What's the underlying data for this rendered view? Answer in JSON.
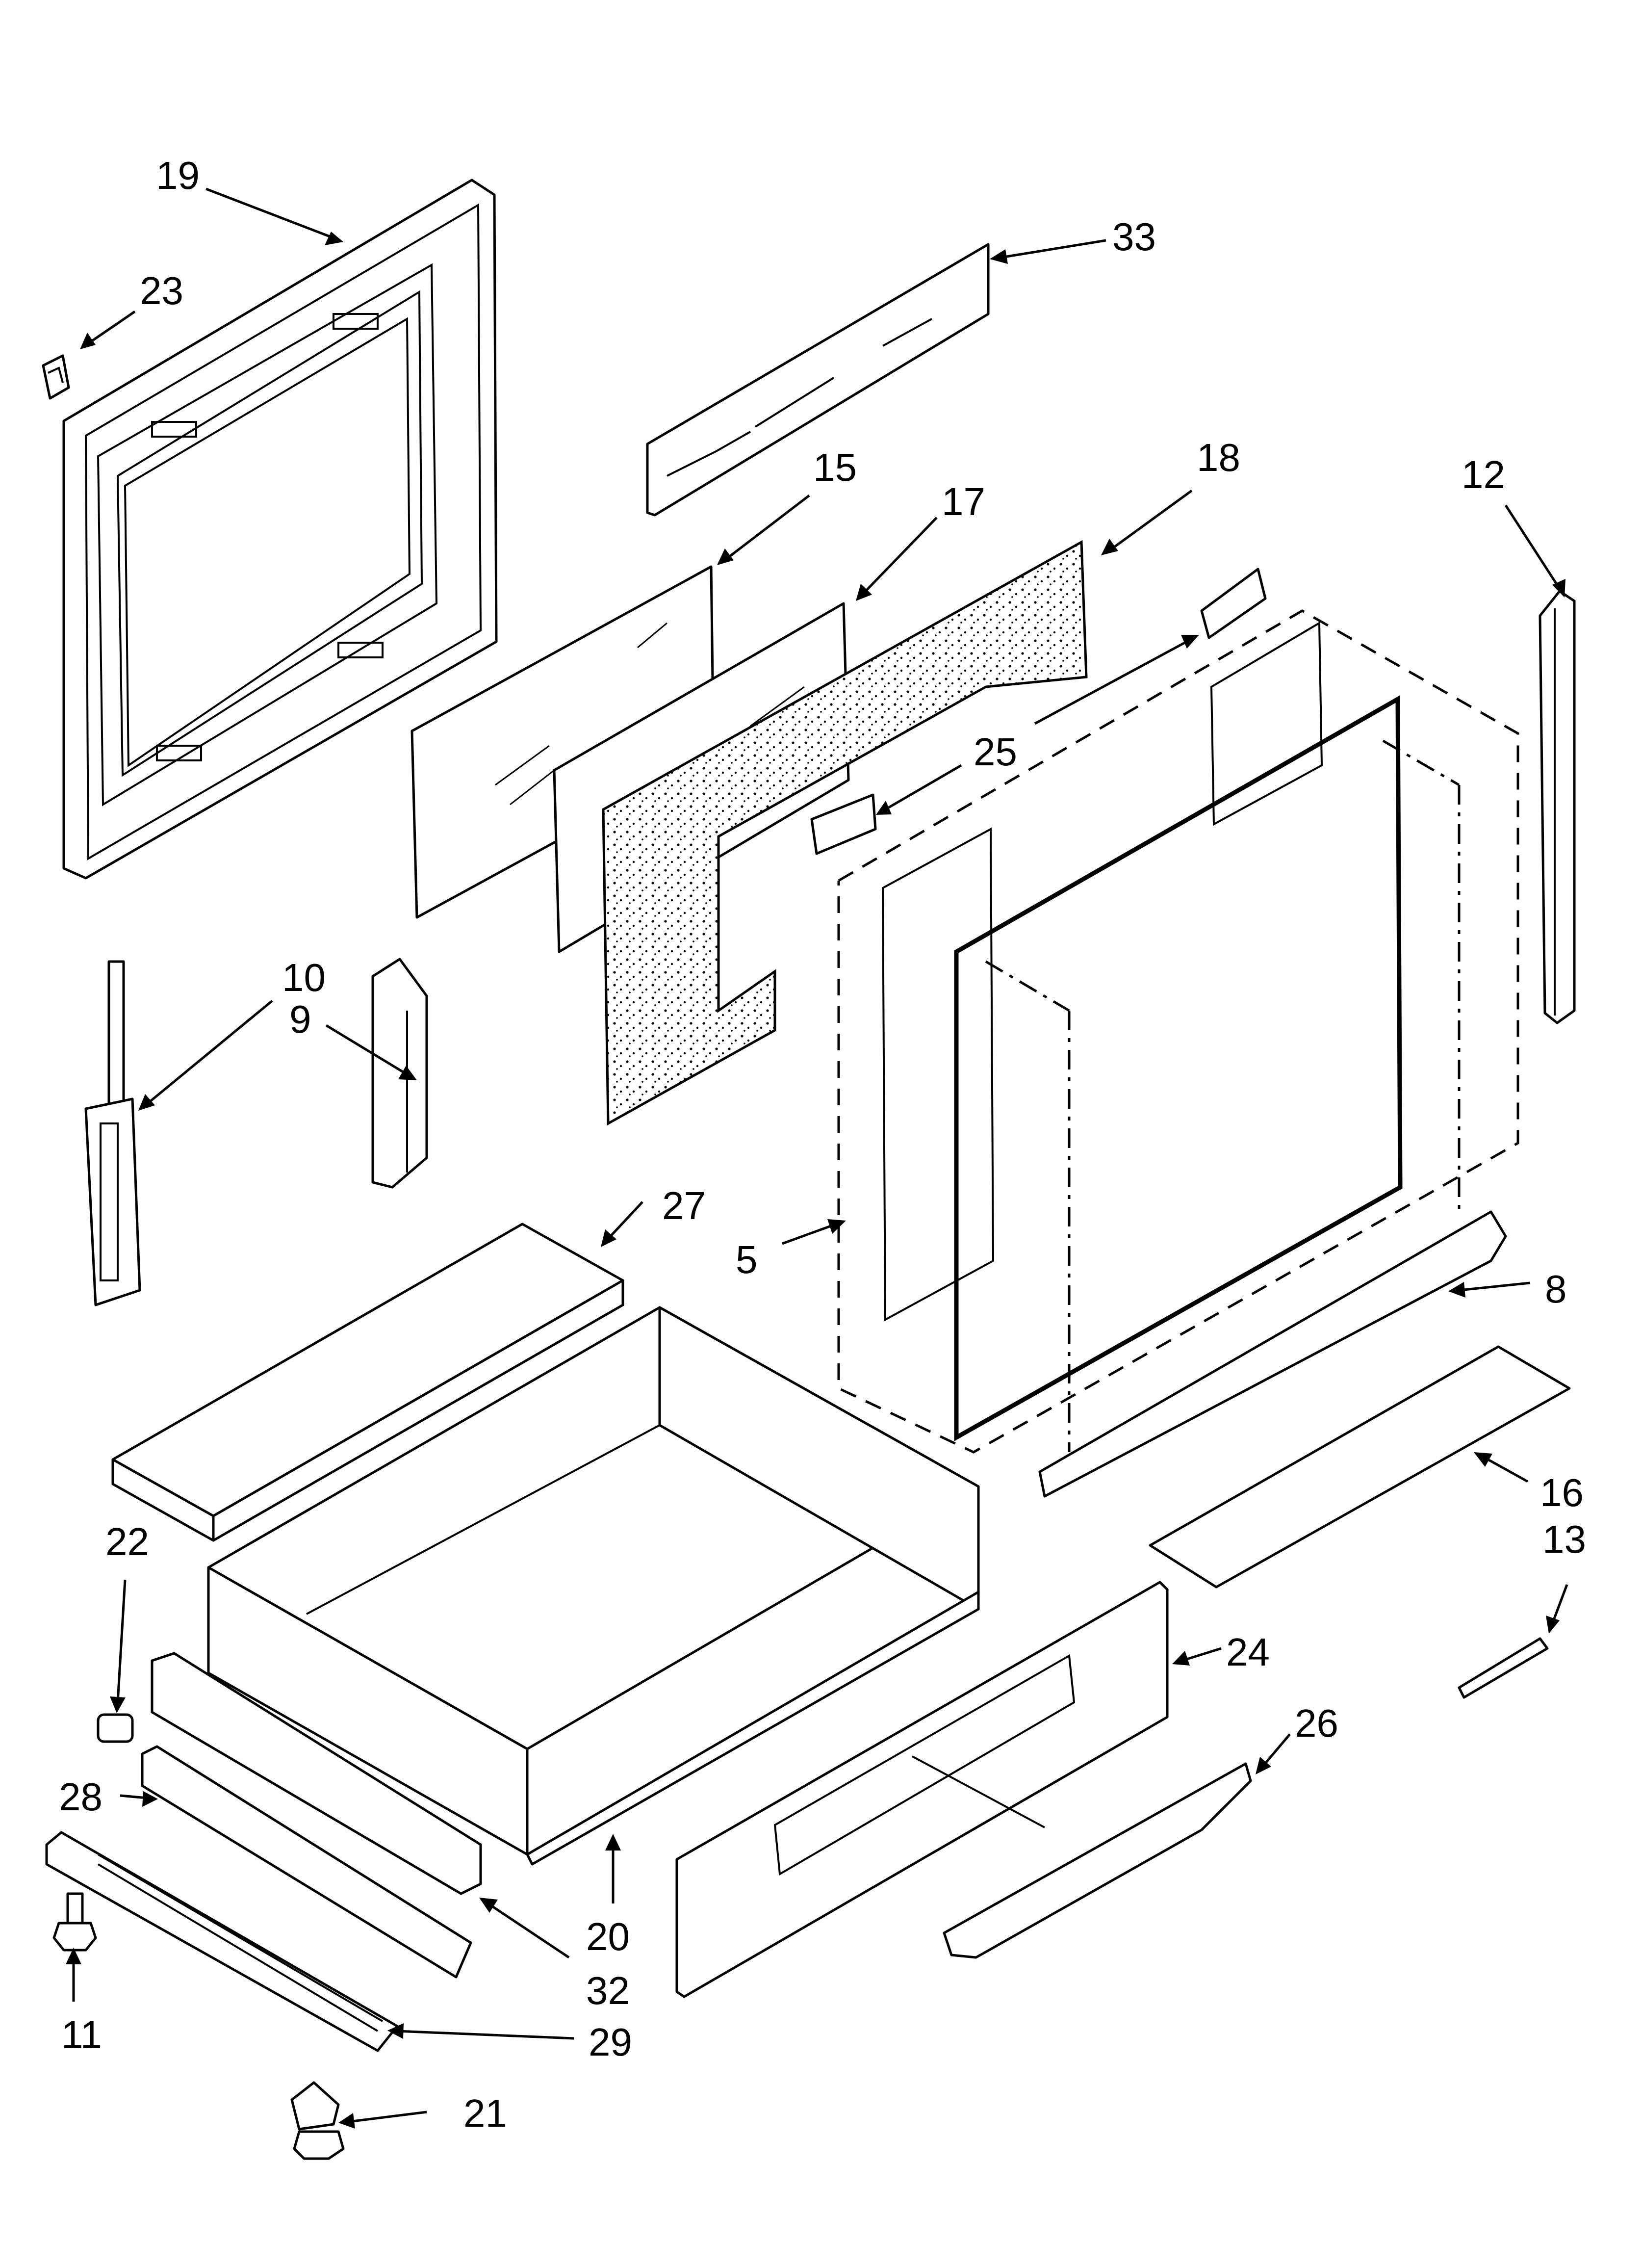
{
  "colors": {
    "line": "#000000",
    "background": "#ffffff",
    "insulation_dots": "#000000"
  },
  "callouts": [
    {
      "id": "c19",
      "label": "19",
      "part": "oven-door-inner-frame"
    },
    {
      "id": "c23",
      "label": "23",
      "part": "door-clip"
    },
    {
      "id": "c33",
      "label": "33",
      "part": "vent-baffle"
    },
    {
      "id": "c15",
      "label": "15",
      "part": "door-glass-outer"
    },
    {
      "id": "c17",
      "label": "17",
      "part": "door-glass-inner"
    },
    {
      "id": "c18",
      "label": "18",
      "part": "door-insulation"
    },
    {
      "id": "c12",
      "label": "12",
      "part": "side-trim"
    },
    {
      "id": "c25",
      "label": "25",
      "part": "door-bracket"
    },
    {
      "id": "c10",
      "label": "10",
      "part": "door-hinge"
    },
    {
      "id": "c9",
      "label": "9",
      "part": "door-stop-bracket"
    },
    {
      "id": "c27",
      "label": "27",
      "part": "drawer-top-panel"
    },
    {
      "id": "c5",
      "label": "5",
      "part": "outer-door-assembly"
    },
    {
      "id": "c8",
      "label": "8",
      "part": "door-handle-trim"
    },
    {
      "id": "c16",
      "label": "16",
      "part": "kick-panel"
    },
    {
      "id": "c13",
      "label": "13",
      "part": "badge"
    },
    {
      "id": "c22",
      "label": "22",
      "part": "drawer-roller"
    },
    {
      "id": "c24",
      "label": "24",
      "part": "drawer-front"
    },
    {
      "id": "c26",
      "label": "26",
      "part": "drawer-handle"
    },
    {
      "id": "c28",
      "label": "28",
      "part": "drawer-rail"
    },
    {
      "id": "c20",
      "label": "20",
      "part": "storage-drawer"
    },
    {
      "id": "c32",
      "label": "32",
      "part": "drawer-rail-support"
    },
    {
      "id": "c11",
      "label": "11",
      "part": "leveling-leg"
    },
    {
      "id": "c29",
      "label": "29",
      "part": "drawer-slide"
    },
    {
      "id": "c21",
      "label": "21",
      "part": "leveling-leg-anti-tip"
    }
  ]
}
